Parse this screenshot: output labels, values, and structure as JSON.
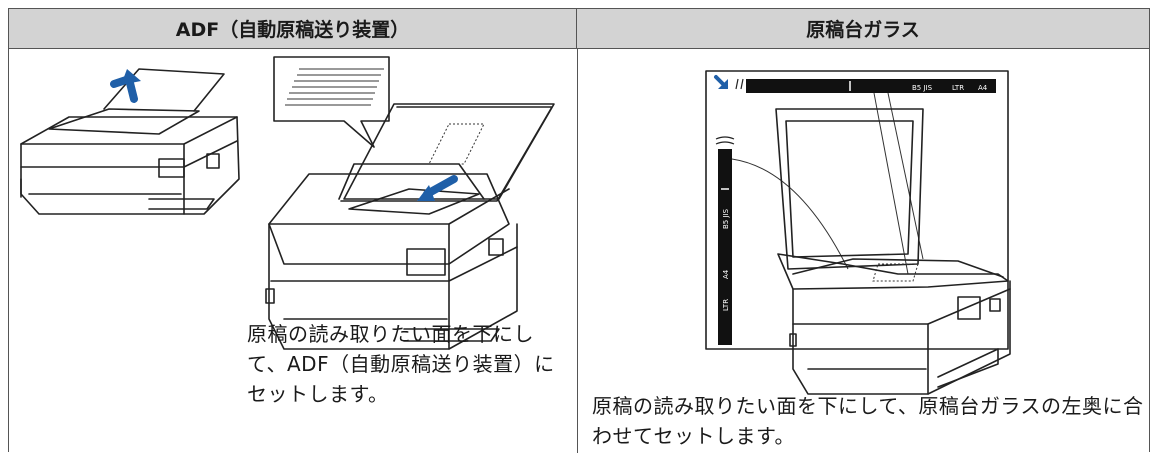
{
  "headers": {
    "adf": "ADF（自動原稿送り装置）",
    "glass": "原稿台ガラス"
  },
  "captions": {
    "adf": "原稿の読み取りたい面を下にして、ADF（自動原稿送り装置）にセットします。",
    "glass": "原稿の読み取りたい面を下にして、原稿台ガラスの左奥に合わせてセットします。"
  },
  "ruler_labels": {
    "b5": "B5 JIS",
    "ltr": "LTR",
    "a4": "A4"
  },
  "colors": {
    "header_bg": "#d3d3d3",
    "arrow_blue": "#1f5fa8",
    "line_gray": "#555555"
  }
}
